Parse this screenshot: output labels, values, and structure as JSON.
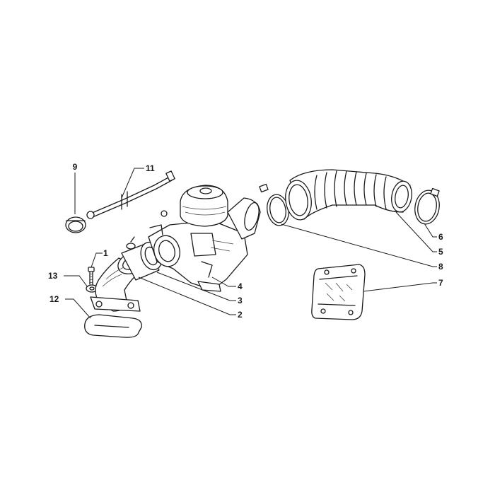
{
  "callouts": {
    "c1": "1",
    "c2": "2",
    "c3": "3",
    "c4": "4",
    "c5": "5",
    "c6": "6",
    "c7": "7",
    "c8": "8",
    "c9": "9",
    "c11": "11",
    "c12": "12",
    "c13": "13"
  },
  "colors": {
    "ink": "#1a1a1a",
    "background": "#ffffff"
  }
}
